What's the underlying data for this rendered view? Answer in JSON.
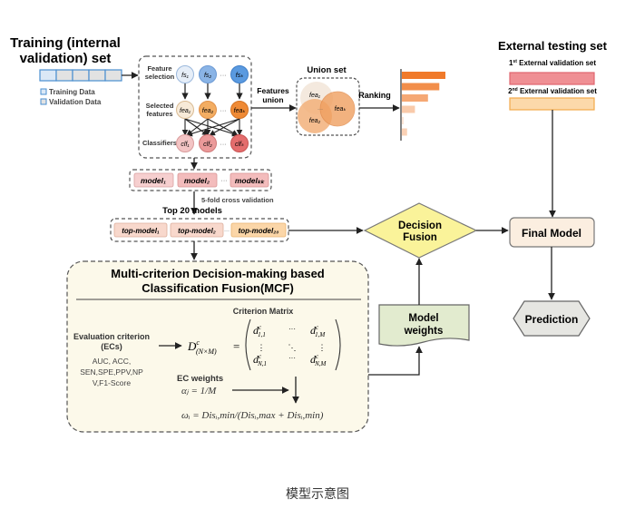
{
  "training": {
    "title_line1": "Training (internal",
    "title_line2": "validation) set",
    "legend_training": "Training Data",
    "legend_validation": "Validation Data"
  },
  "feature_box": {
    "row_labels": {
      "feature_selection_1": "Feature",
      "feature_selection_2": "selection",
      "selected_features_1": "Selected",
      "selected_features_2": "features",
      "classifiers": "Classifiers"
    },
    "fs_nodes": [
      "fs₁",
      "fs₂",
      "fsₖ"
    ],
    "fea_nodes": [
      "fea₁",
      "fea₂",
      "feaₖ"
    ],
    "clf_nodes": [
      "clf₁",
      "clf₂",
      "clfₖ"
    ],
    "ellipsis": "···"
  },
  "features_union_label_1": "Features",
  "features_union_label_2": "union",
  "union_set": {
    "title": "Union set",
    "circles": [
      "fea₁",
      "fea₂",
      "feaₖ"
    ],
    "ellipsis": "···"
  },
  "ranking": {
    "label": "Ranking",
    "bars": [
      1.0,
      0.86,
      0.6,
      0.3,
      0.04,
      0.12
    ]
  },
  "external": {
    "title": "External testing set",
    "set1_label": "1st External validation set",
    "set2_label": "2nd External validation set",
    "set1_sup": "st",
    "set2_sup": "nd",
    "set1_num": "1",
    "set2_num": "2",
    "set_text": "External validation set"
  },
  "models": {
    "items": [
      "model₁",
      "model₂",
      "modelₖₖ"
    ],
    "ellipsis": "···",
    "cv_label": "5-fold cross validation"
  },
  "top_models": {
    "title": "Top 20 models",
    "items": [
      "top-model₁",
      "top-model₂",
      "top-model₂₀"
    ],
    "ellipsis": "···"
  },
  "decision_fusion": {
    "line1": "Decision",
    "line2": "Fusion"
  },
  "final_model": "Final Model",
  "prediction": "Prediction",
  "model_weights": {
    "line1": "Model",
    "line2": "weights"
  },
  "mcf": {
    "title_line1": "Multi-criterion Decision-making based",
    "title_line2": "Classification Fusion(MCF)",
    "criterion_matrix_title": "Criterion Matrix",
    "ec_title_1": "Evaluation criterion",
    "ec_title_2": "(ECs)",
    "ec_list_1": "AUC, ACC,",
    "ec_list_2": "SEN,SPE,PPV,NP",
    "ec_list_3": "V,F1-Score",
    "matrix_lhs": "D",
    "matrix_lhs_sup": "c",
    "matrix_lhs_sub": "(N×M)",
    "matrix_eq": "=",
    "m11": "d",
    "m11_sub": "1,1",
    "m1M_sub": "1,M",
    "mN1_sub": "N,1",
    "mNM_sub": "N,M",
    "sup_c": "c",
    "dots_h": "···",
    "dots_v": "⋮",
    "dots_d": "⋱",
    "ec_weights_title": "EC  weights",
    "alpha_formula": "αⱼ = 1/M",
    "omega_formula": "ωᵢ = Disᵢ,min/(Disᵢ,max + Disᵢ,min)"
  },
  "caption": "模型示意图",
  "colors": {
    "training_cell": "#dbe8f6",
    "training_grey": "#e2e2e2",
    "training_border": "#4a8fd0",
    "fs1": "#e6eef8",
    "fs2": "#8ab4e6",
    "fsk": "#5a9ae0",
    "fea1": "#f7ead8",
    "fea2": "#f3ad62",
    "feak": "#ef8a35",
    "clf1": "#f3c4c4",
    "clf2": "#eb9a9a",
    "clfk": "#e46d6d",
    "model_fill": "#f6cfcf",
    "topmodel_fill": "#f8d8cc",
    "topmodel20_fill": "#fbd6a8",
    "ranking_bar": "#f07a2a",
    "ext1_fill": "#ef8f94",
    "ext1_border": "#e06670",
    "ext2_fill": "#fcd9aa",
    "ext2_border": "#f2a94a",
    "diamond_fill": "#faf39a",
    "final_fill": "#fbeee0",
    "prediction_fill": "#e6e6e2",
    "weights_fill": "#e2ebcf",
    "mcf_fill": "#fcf9ea"
  }
}
